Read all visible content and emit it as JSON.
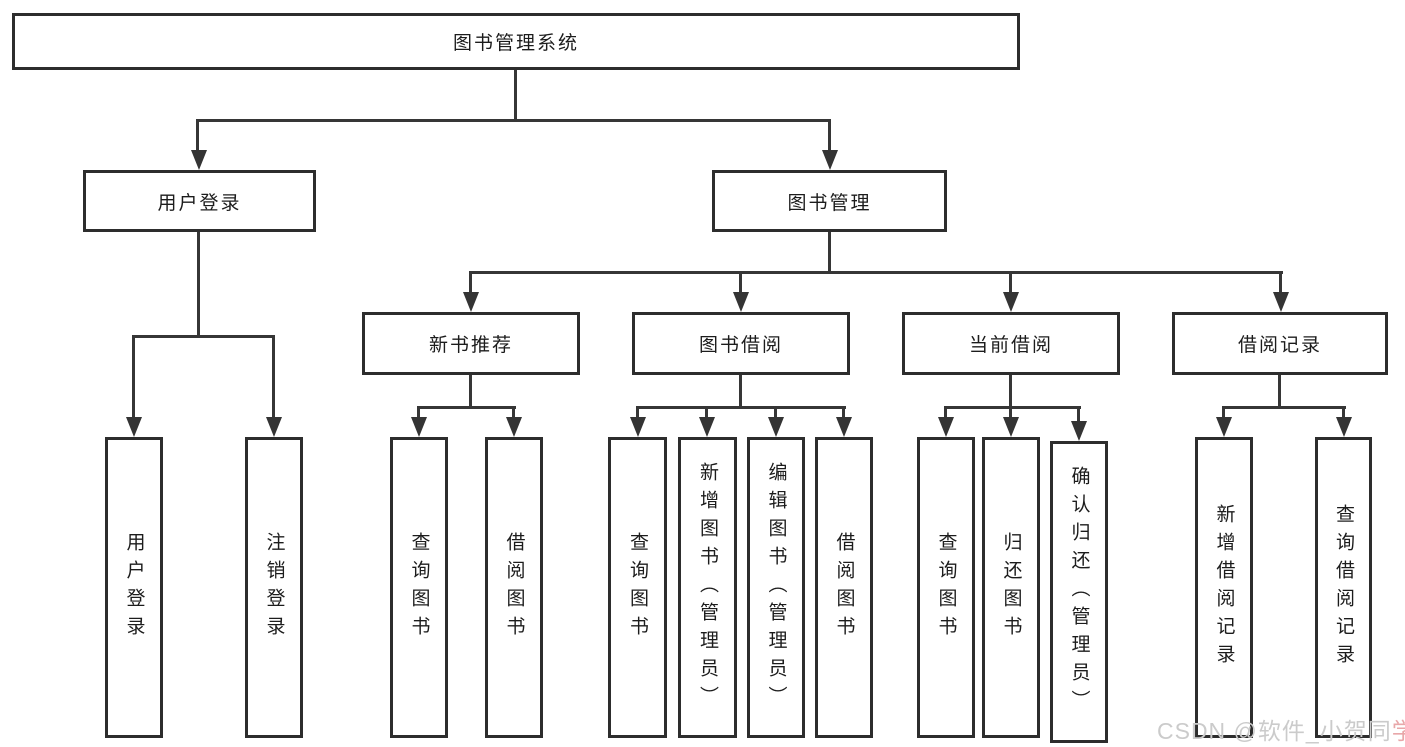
{
  "diagram": {
    "root": {
      "label": "图书管理系统"
    },
    "level2": [
      {
        "label": "用户登录",
        "children": [
          {
            "label": "用户登录"
          },
          {
            "label": "注销登录"
          }
        ]
      },
      {
        "label": "图书管理",
        "children": [
          {
            "label": "新书推荐",
            "children": [
              {
                "label": "查询图书"
              },
              {
                "label": "借阅图书"
              }
            ]
          },
          {
            "label": "图书借阅",
            "children": [
              {
                "label": "查询图书"
              },
              {
                "label": "新增图书（管理员）"
              },
              {
                "label": "编辑图书（管理员）"
              },
              {
                "label": "借阅图书"
              }
            ]
          },
          {
            "label": "当前借阅",
            "children": [
              {
                "label": "查询图书"
              },
              {
                "label": "归还图书"
              },
              {
                "label": "确认归还（管理员）"
              }
            ]
          },
          {
            "label": "借阅记录",
            "children": [
              {
                "label": "新增借阅记录"
              },
              {
                "label": "查询借阅记录"
              }
            ]
          }
        ]
      }
    ]
  },
  "watermark": {
    "prefix": "CSDN @软件_小贺同",
    "accent": "学"
  },
  "colors": {
    "line": "#363636",
    "box_border": "#2d2d2d",
    "text": "#1c1c1c",
    "watermark": "#cbcbcb",
    "watermark_accent": "#e8a7a9"
  }
}
